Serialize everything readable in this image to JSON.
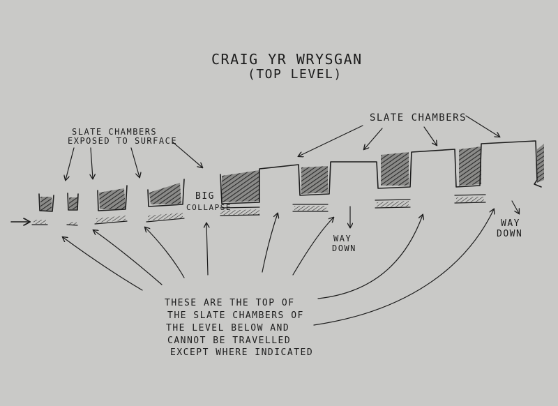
{
  "title": {
    "line1": "CRAIG YR WRYSGAN",
    "line2": "(TOP LEVEL)"
  },
  "labels": {
    "exposed_line1": "SLATE CHAMBERS",
    "exposed_line2": "EXPOSED TO SURFACE",
    "chambers": "SLATE CHAMBERS",
    "big_line1": "BIG",
    "big_line2": "COLLAPSE",
    "way_down_1_line1": "WAY",
    "way_down_1_line2": "DOWN",
    "way_down_2_line1": "WAY",
    "way_down_2_line2": "DOWN"
  },
  "note": {
    "line1": "THESE ARE THE TOP OF",
    "line2": "THE SLATE CHAMBERS OF",
    "line3": "THE LEVEL BELOW AND",
    "line4": "CANNOT BE TRAVELLED",
    "line5": "EXCEPT WHERE INDICATED"
  }
}
